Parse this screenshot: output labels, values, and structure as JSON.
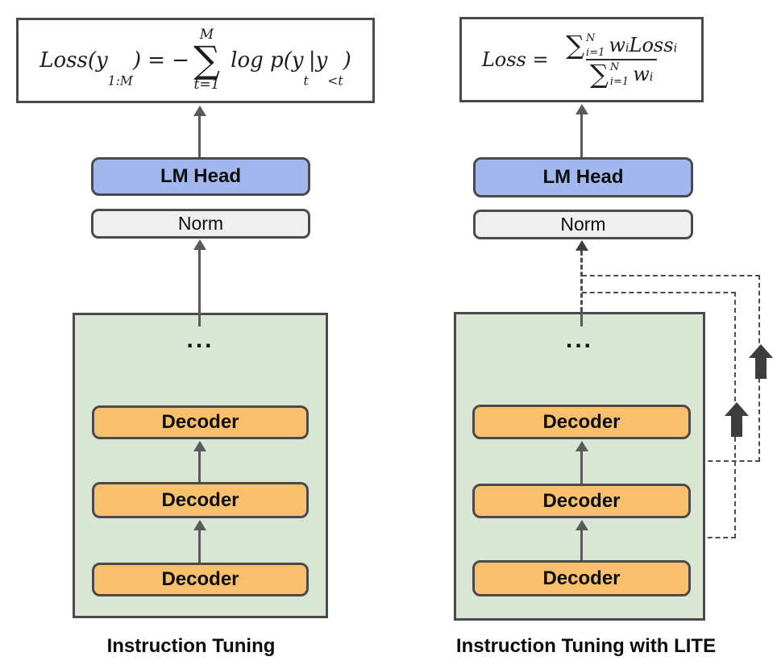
{
  "colors": {
    "border": "#4a4a4a",
    "arrow": "#5a5a5a",
    "dashed": "#4d4d4d",
    "lm-head-fill": "#a1b7ee",
    "norm-fill": "#efefef",
    "container-fill": "#d9e6d3",
    "decoder-fill": "#f8c06d",
    "formula-bg": "#ffffff",
    "text": "#111111"
  },
  "left_panel": {
    "caption": "Instruction Tuning",
    "formula": {
      "lhs": "Loss(y",
      "lhs_sub": "1:M",
      "equals": ") = −",
      "sigma": "∑",
      "sum_upper": "M",
      "sum_lower": "t=1",
      "body1": " log p(y",
      "body1_sub": "t",
      "body2": "|y",
      "body2_sub": "<t",
      "body3": ")"
    },
    "lm_head_label": "LM Head",
    "norm_label": "Norm",
    "ellipsis": "...",
    "decoder_labels": [
      "Decoder",
      "Decoder",
      "Decoder"
    ]
  },
  "right_panel": {
    "caption": "Instruction Tuning with LITE",
    "formula": {
      "lhs": "Loss = ",
      "sigma": "∑",
      "num_sup": "N",
      "num_sub": "i=1",
      "num_w": "w",
      "num_w_sub": "i",
      "num_loss": "Loss",
      "num_loss_sub": "i",
      "den_sup": "N",
      "den_sub": "i=1",
      "den_w": "w",
      "den_w_sub": "i"
    },
    "lm_head_label": "LM Head",
    "norm_label": "Norm",
    "ellipsis": "...",
    "decoder_labels": [
      "Decoder",
      "Decoder",
      "Decoder"
    ]
  }
}
